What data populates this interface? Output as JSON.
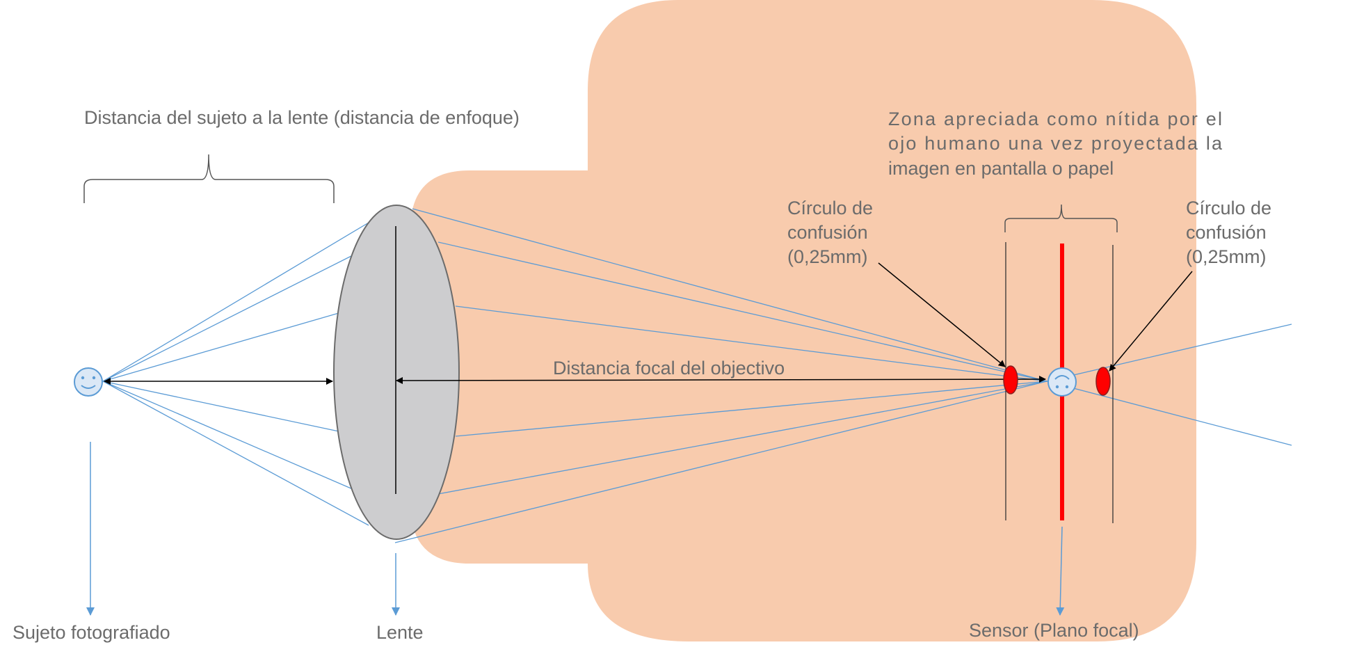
{
  "labels": {
    "subject_distance": "Distancia del sujeto a la lente (distancia de enfoque)",
    "sharp_zone_line1": "Zona apreciada como nítida por el",
    "sharp_zone_line2": "ojo humano una vez proyectada la",
    "sharp_zone_line3": "imagen en pantalla o papel",
    "coc_left_line1": "Círculo de",
    "coc_left_line2": "confusión",
    "coc_left_line3": "(0,25mm)",
    "coc_right_line1": "Círculo de",
    "coc_right_line2": "confusión",
    "coc_right_line3": "(0,25mm)",
    "focal_distance": "Distancia focal del objectivo",
    "subject": "Sujeto fotografiado",
    "lens": "Lente",
    "sensor": "Sensor (Plano focal)"
  },
  "colors": {
    "camera_body": "#f8cbad",
    "lens": "#cdcdcf",
    "ray": "#5b9bd5",
    "sensor": "#ff0000",
    "text": "#6b6b6b"
  }
}
